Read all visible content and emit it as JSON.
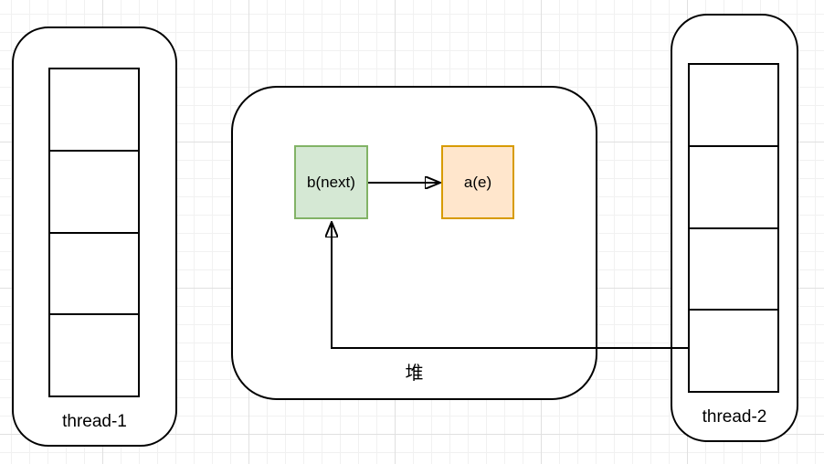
{
  "diagram": {
    "threads": [
      {
        "label": "thread-1",
        "cells": 4
      },
      {
        "label": "thread-2",
        "cells": 4
      }
    ],
    "heap": {
      "label": "堆",
      "nodes": [
        {
          "label": "b(next)",
          "fill": "#d5e8d4",
          "stroke": "#82b366"
        },
        {
          "label": "a(e)",
          "fill": "#ffe6cc",
          "stroke": "#d79b00"
        }
      ]
    },
    "arrows": [
      {
        "from": "b(next)",
        "to": "a(e)",
        "color": "#000000"
      },
      {
        "from": "thread-2 bottom cell",
        "to": "b(next)",
        "color": "#000000"
      }
    ]
  }
}
